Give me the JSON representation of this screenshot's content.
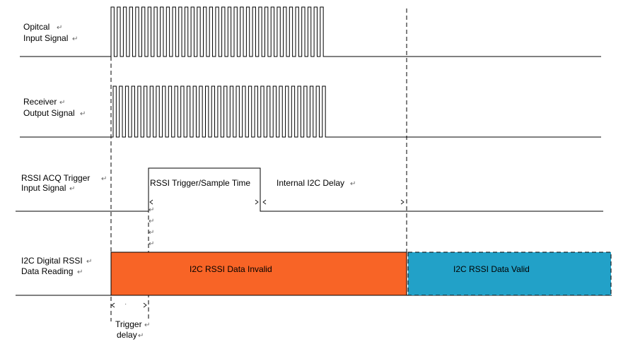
{
  "signals": {
    "optical_label_1": "Opitcal",
    "optical_label_2": "Input Signal",
    "receiver_label_1": "Receiver",
    "receiver_label_2": "Output Signal",
    "rssi_trigger_label_1": "RSSI  ACQ Trigger",
    "rssi_trigger_label_2": "Input Signal",
    "i2c_label_1": "I2C Digital RSSI",
    "i2c_label_2": "Data Reading"
  },
  "annotations": {
    "sample_time": "RSSI Trigger/Sample Time",
    "i2c_delay": "Internal I2C  Delay",
    "trigger_delay_1": "Trigger",
    "trigger_delay_2": "delay"
  },
  "boxes": {
    "invalid": "I2C RSSI Data Invalid",
    "valid": "I2C RSSI Data Valid"
  },
  "colors": {
    "invalid_fill": "#f86426",
    "valid_fill": "#22a1c8",
    "line": "#000000"
  },
  "return_mark": "↵"
}
